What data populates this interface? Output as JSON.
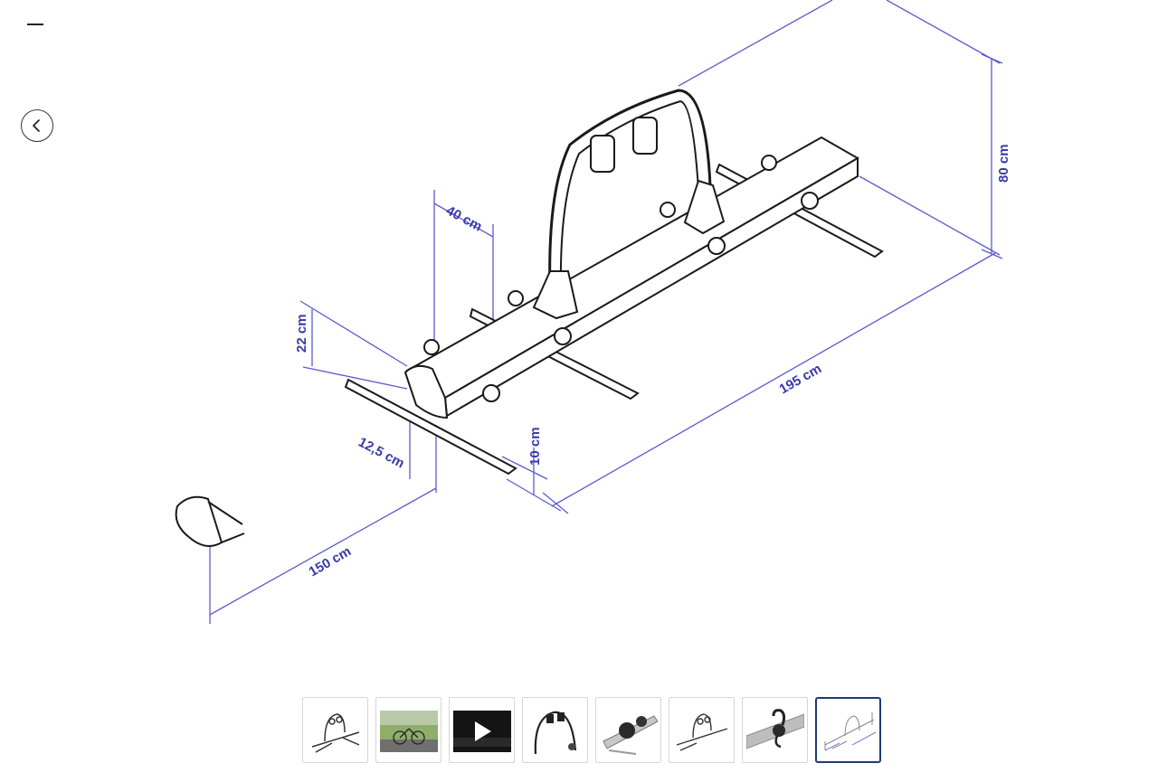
{
  "controls": {
    "close_icon": "minus-icon",
    "prev_icon": "chevron-left-icon"
  },
  "image": {
    "dimensions": {
      "height_80": "80 cm",
      "width_40": "40 cm",
      "height_22": "22 cm",
      "length_195": "195 cm",
      "depth_12_5": "12,5 cm",
      "height_10": "10 cm",
      "length_150": "150 cm"
    },
    "accent_color": "#3a3aa8"
  },
  "thumbnails": [
    {
      "icon": "bike-rack-icon",
      "active": false
    },
    {
      "icon": "photo-bike-icon",
      "active": false
    },
    {
      "icon": "video-play-icon",
      "active": false
    },
    {
      "icon": "arch-detail-icon",
      "active": false
    },
    {
      "icon": "clamp-detail-icon",
      "active": false
    },
    {
      "icon": "bike-rack-side-icon",
      "active": false
    },
    {
      "icon": "strap-detail-icon",
      "active": false
    },
    {
      "icon": "dimension-drawing-icon",
      "active": true
    }
  ]
}
